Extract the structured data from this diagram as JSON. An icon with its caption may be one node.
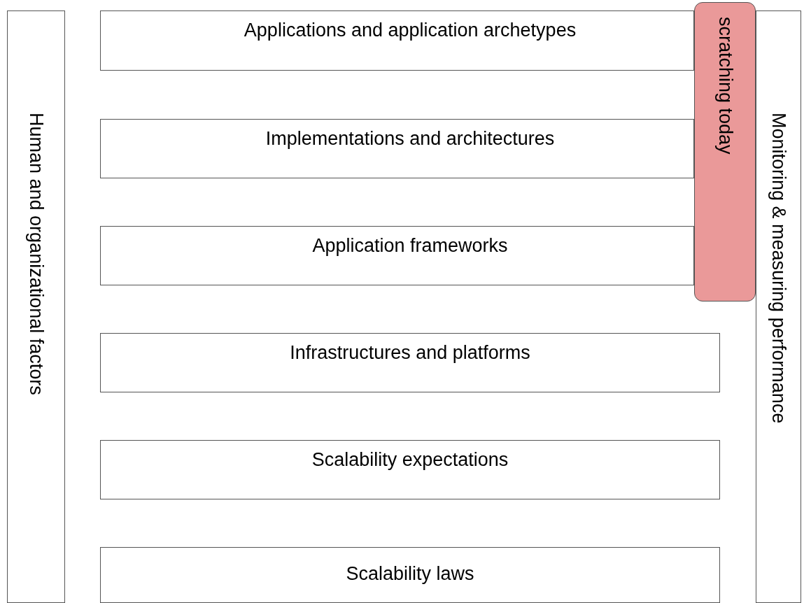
{
  "diagram": {
    "nodes": [
      {
        "text": [
          "Human and organizational factors"
        ]
      },
      {
        "text": [
          "Applications and application archetypes"
        ]
      },
      {
        "text": [
          "Implementations and architectures"
        ]
      },
      {
        "text": [
          "Application frameworks"
        ]
      },
      {
        "text": [
          "Infrastructures and platforms"
        ]
      },
      {
        "text": [
          "Scalability expectations"
        ]
      },
      {
        "text": [
          "Scalability laws"
        ]
      },
      {
        "text": [
          "scratching today"
        ]
      },
      {
        "text": [
          "Monitoring & measuring performance"
        ]
      }
    ]
  }
}
